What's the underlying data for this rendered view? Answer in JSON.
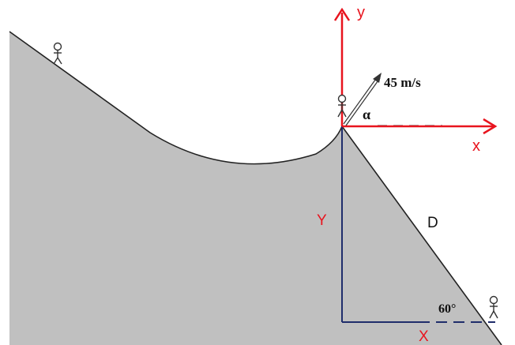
{
  "labels": {
    "y_axis": "y",
    "x_axis": "x",
    "velocity": "45 m/s",
    "angle_alpha": "α",
    "vertical_drop": "Y",
    "horizontal_distance": "X",
    "slope_distance": "D",
    "slope_angle": "60°"
  },
  "icons": {
    "skier": "stick-figure-skier-icon"
  },
  "colors": {
    "terrain": "#c0c0c0",
    "axes": "#e8141e",
    "measure_lines": "#1f2d6b",
    "outline": "#222222",
    "velocity_arrow": "#333333"
  }
}
